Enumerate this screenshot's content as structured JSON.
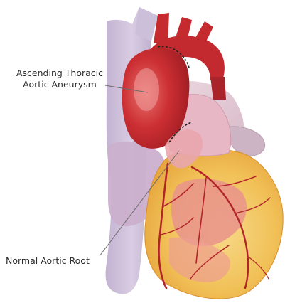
{
  "labels": {
    "aneurysm_line1": "Ascending Thoracic",
    "aneurysm_line2": "Aortic Aneurysm",
    "root": "Normal Aortic Root"
  },
  "colors": {
    "aorta_red": "#c8242b",
    "heart_yellow": "#f4c85a",
    "heart_pink": "#e98f86",
    "vein_lavender": "#c9b9d6",
    "artery_red": "#b9262a"
  }
}
